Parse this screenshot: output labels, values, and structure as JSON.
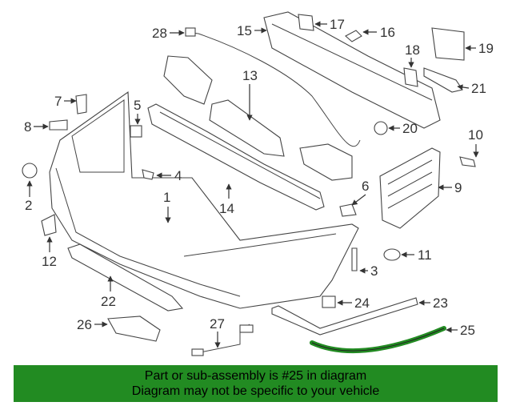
{
  "callouts": [
    "1",
    "2",
    "3",
    "4",
    "5",
    "6",
    "7",
    "8",
    "9",
    "10",
    "11",
    "12",
    "13",
    "14",
    "15",
    "16",
    "17",
    "18",
    "19",
    "20",
    "21",
    "22",
    "23",
    "24",
    "25",
    "26",
    "27",
    "28"
  ],
  "highlight_part": "25",
  "highlight_color": "#228b22",
  "banner": {
    "line1": "Part or sub-assembly is #25 in diagram",
    "line2": "Diagram may not be specific to your vehicle",
    "background": "#228b22"
  }
}
